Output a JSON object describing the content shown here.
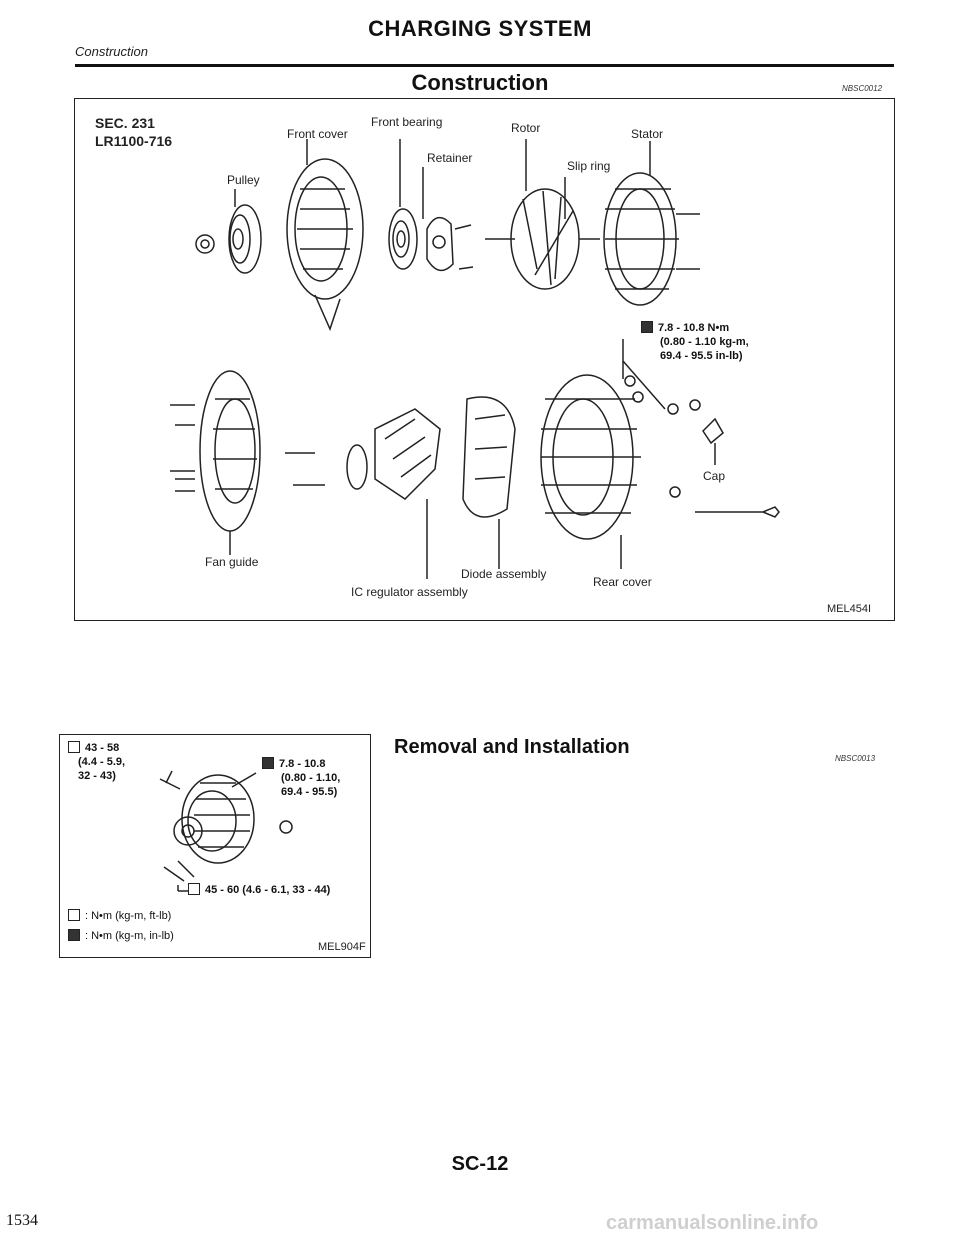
{
  "header": {
    "section": "Construction",
    "title": "CHARGING SYSTEM"
  },
  "construction": {
    "heading": "Construction",
    "code": "NBSC0012",
    "sec": "SEC. 231",
    "model": "LR1100-716",
    "labels": {
      "front_bearing": "Front bearing",
      "front_cover": "Front cover",
      "rotor": "Rotor",
      "stator": "Stator",
      "retainer": "Retainer",
      "slip_ring": "Slip ring",
      "pulley": "Pulley",
      "fan_guide": "Fan guide",
      "diode_assembly": "Diode assembly",
      "ic_regulator": "IC regulator assembly",
      "rear_cover": "Rear cover",
      "cap": "Cap"
    },
    "torque": {
      "line1": "7.8 - 10.8 N•m",
      "line2": "(0.80 - 1.10 kg-m,",
      "line3": "69.4 - 95.5 in-lb)"
    },
    "figure_id": "MEL454I"
  },
  "removal": {
    "heading": "Removal and Installation",
    "code": "NBSC0013",
    "torque_a": {
      "line1": "43 - 58",
      "line2": "(4.4 - 5.9,",
      "line3": "32 - 43)"
    },
    "torque_b": {
      "line1": "7.8 - 10.8",
      "line2": "(0.80 - 1.10,",
      "line3": "69.4 - 95.5)"
    },
    "torque_c": "45 - 60 (4.6 - 6.1, 33 - 44)",
    "legend_1": ": N•m (kg-m, ft-lb)",
    "legend_2": ": N•m (kg-m, in-lb)",
    "figure_id": "MEL904F"
  },
  "footer": {
    "page": "SC-12",
    "side_number": "1534",
    "watermark": "carmanualsonline.info"
  }
}
